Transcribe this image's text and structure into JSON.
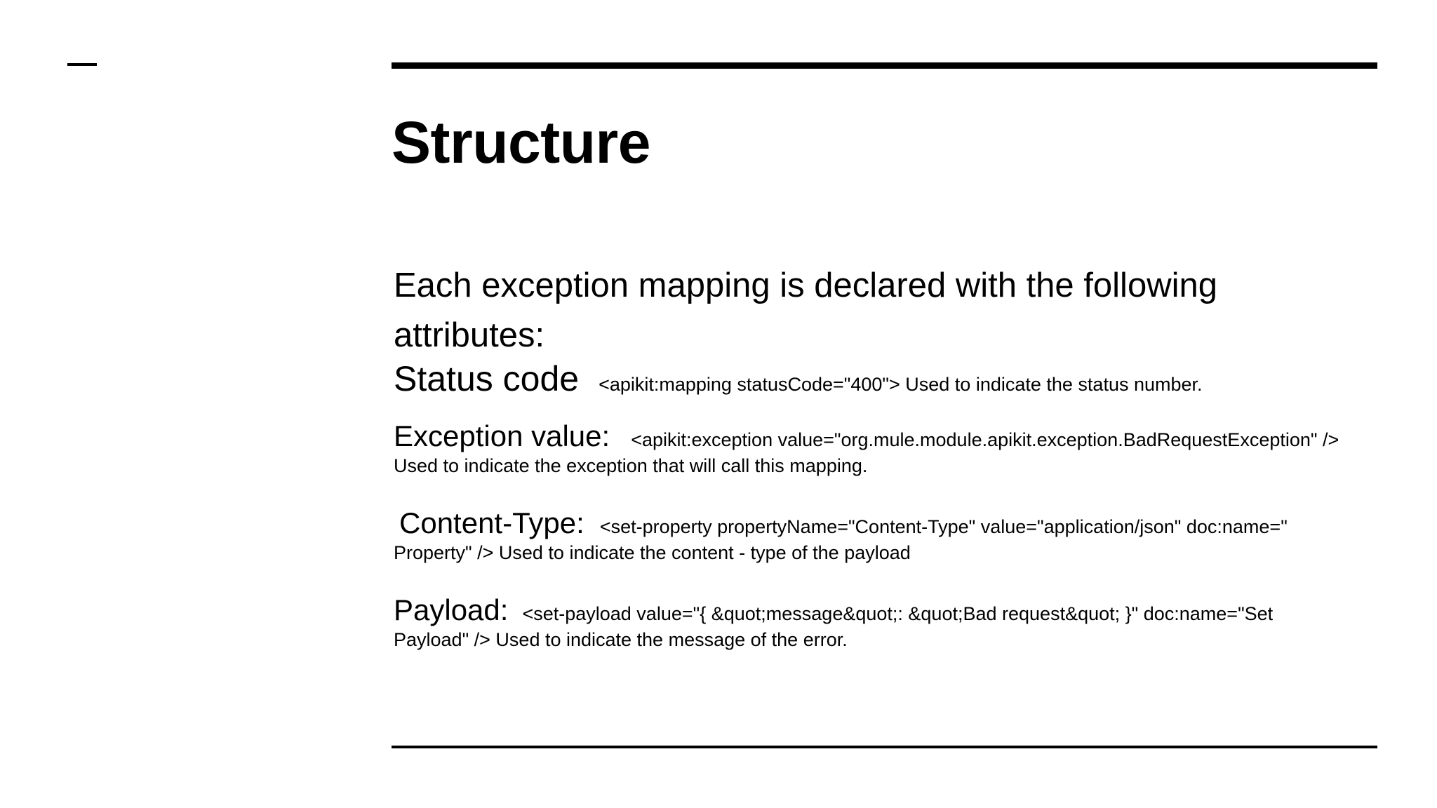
{
  "slide": {
    "dash": "—",
    "title": "Structure",
    "intro": {
      "line1": "Each exception mapping is declared with the following",
      "line2": "attributes:"
    },
    "entries": [
      {
        "key": "Status code",
        "line1": "<apikit:mapping statusCode=\"400\"> Used to indicate the status number.",
        "line2": ""
      },
      {
        "key": "Exception value:",
        "line1": "<apikit:exception value=\"org.mule.module.apikit.exception.BadRequestException\" />",
        "line2": "Used to indicate the exception that will call this mapping."
      },
      {
        "key": "Content-Type:",
        "line1": "<set-property propertyName=\"Content-Type\" value=\"application/json\" doc:name=\"",
        "line2": "Property\" /> Used to indicate the content - type of the payload"
      },
      {
        "key": "Payload:",
        "line1": "<set-payload value=\"{ &quot;message&quot;: &quot;Bad request&quot; }\" doc:name=\"Set",
        "line2": "Payload\" /> Used to indicate the message of the error."
      }
    ]
  }
}
